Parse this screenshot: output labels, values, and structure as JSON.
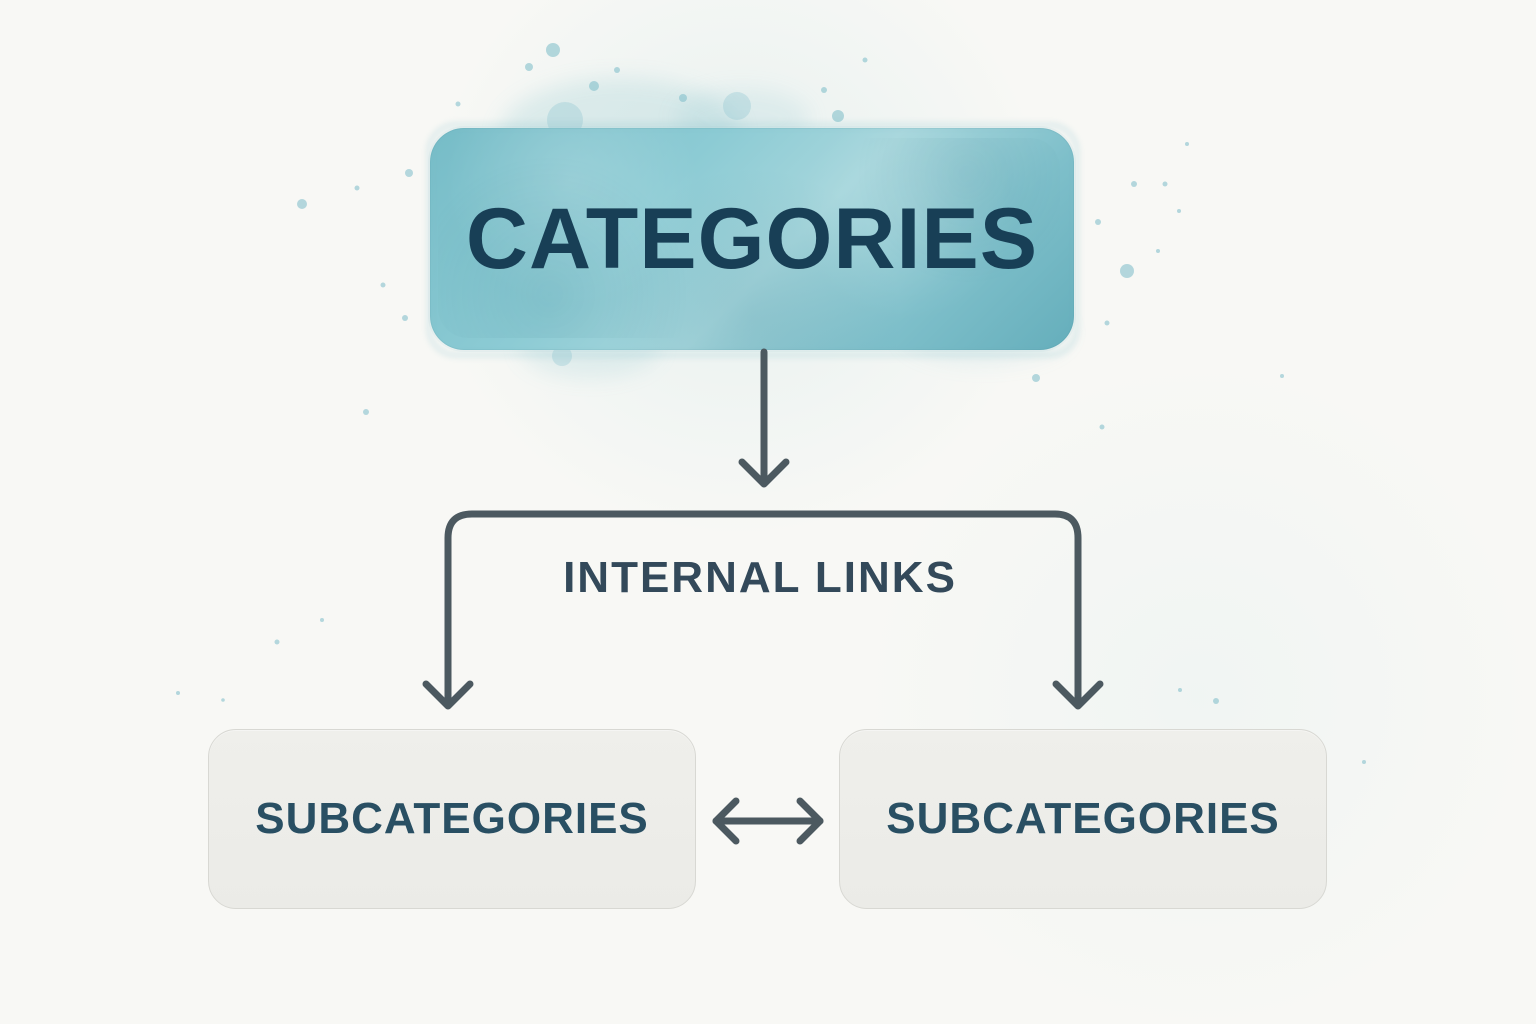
{
  "diagram": {
    "top_node": {
      "label": "CATEGORIES"
    },
    "connector": {
      "label": "INTERNAL LINKS"
    },
    "bottom_nodes": [
      {
        "label": "SUBCATEGORIES"
      },
      {
        "label": "SUBCATEGORIES"
      }
    ]
  }
}
